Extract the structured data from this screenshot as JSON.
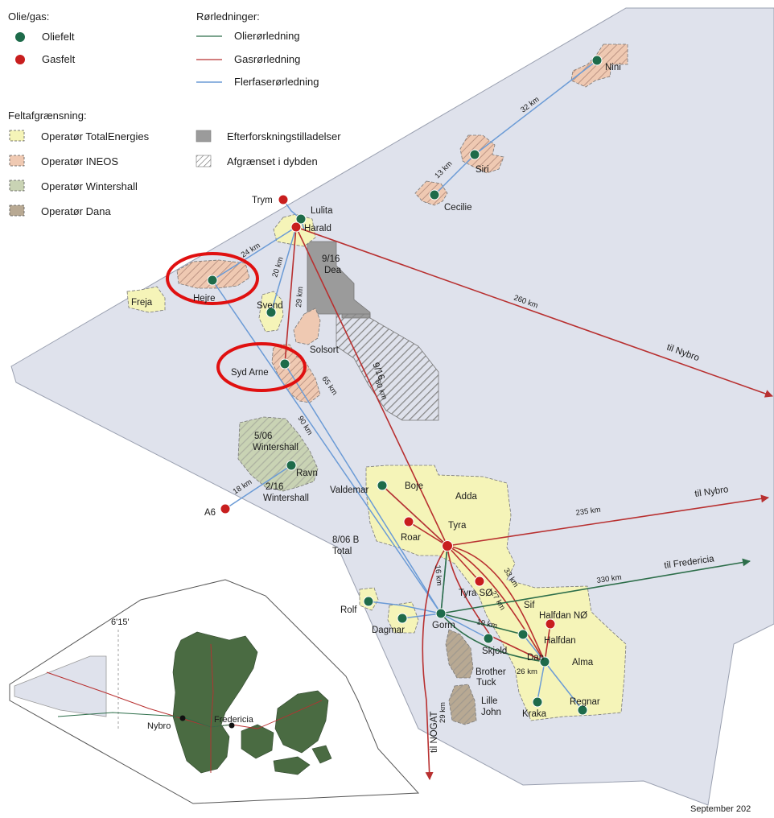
{
  "legend": {
    "oil_gas": {
      "title": "Olie/gas:",
      "items": [
        {
          "label": "Oliefelt",
          "color": "#1e6b4a"
        },
        {
          "label": "Gasfelt",
          "color": "#c81e1e"
        }
      ]
    },
    "pipelines": {
      "title": "Rørledninger:",
      "items": [
        {
          "label": "Olierørledning",
          "color": "#2d6e4a"
        },
        {
          "label": "Gasrørledning",
          "color": "#b83030"
        },
        {
          "label": "Flerfaserørledning",
          "color": "#6b9bd6"
        }
      ]
    },
    "field_boundaries": {
      "title": "Feltafgrænsning:",
      "items": [
        {
          "label": "Operatør TotalEnergies",
          "color": "#f5f4b8"
        },
        {
          "label": "Operatør INEOS",
          "color": "#efc9b2"
        },
        {
          "label": "Operatør Wintershall",
          "color": "#c9d3b4"
        },
        {
          "label": "Operatør Dana",
          "color": "#b8a993"
        },
        {
          "label": "Efterforskningstilladelser",
          "color": "#9b9b9b"
        },
        {
          "label": "Afgrænset i dybden",
          "color": "#ffffff"
        }
      ]
    }
  },
  "fields": {
    "nini": "Nini",
    "siri": "Siri",
    "cecilie": "Cecilie",
    "trym": "Trym",
    "lulita": "Lulita",
    "harald": "Harald",
    "dea_num": "9/16",
    "dea_name": "Dea",
    "hejre": "Hejre",
    "freja": "Freja",
    "svend": "Svend",
    "solsort": "Solsort",
    "syd_arne": "Syd Arne",
    "depth_9_16": "9/16",
    "wint_5_06": "5/06",
    "wint_5_06_name": "Wintershall",
    "ravn": "Ravn",
    "wint_2_16": "2/16",
    "wint_2_16_name": "Wintershall",
    "a6": "A6",
    "valdemar": "Valdemar",
    "boje": "Boje",
    "adda": "Adda",
    "tyra": "Tyra",
    "roar": "Roar",
    "total_8_06": "8/06 B",
    "total_name": "Total",
    "tyra_so": "Tyra SØ",
    "rolf": "Rolf",
    "dagmar": "Dagmar",
    "gorm": "Gorm",
    "sif": "Sif",
    "halfdan_no": "Halfdan NØ",
    "halfdan": "Halfdan",
    "skjold": "Skjold",
    "dan": "Dan",
    "alma": "Alma",
    "brother": "Brother",
    "tuck": "Tuck",
    "lille": "Lille",
    "john": "John",
    "regnar": "Regnar",
    "kraka": "Kraka"
  },
  "distances": {
    "d32": "32 km",
    "d13": "13 km",
    "d24": "24 km",
    "d20": "20 km",
    "d29": "29 km",
    "d260": "260 km",
    "d65": "65 km",
    "d80": "80 km",
    "d90": "90 km",
    "d18": "18 km",
    "d235": "235 km",
    "d330": "330 km",
    "d16": "16 km",
    "d27": "27 km",
    "d33": "33 km",
    "d19": "19 km",
    "d26": "26 km",
    "d29b": "29 km"
  },
  "destinations": {
    "nybro_1": "til Nybro",
    "nybro_2": "til Nybro",
    "fredericia": "til Fredericia",
    "nogat": "til NOGAT"
  },
  "inset": {
    "longitude": "6'15'",
    "nybro": "Nybro",
    "fredericia": "Fredericia"
  },
  "footer": {
    "date": "September 202"
  },
  "colors": {
    "sea": "#dfe2ec",
    "total": "#f5f4b8",
    "ineos": "#efc9b2",
    "wintershall": "#c9d3b4",
    "dana": "#b8a993",
    "exploration": "#9b9b9b",
    "oil_point": "#1e6b4a",
    "gas_point": "#c81e1e",
    "oil_line": "#2d6e4a",
    "gas_line": "#b83030",
    "multi_line": "#6b9bd6",
    "land": "#4a6b42",
    "highlight": "#e01010"
  }
}
